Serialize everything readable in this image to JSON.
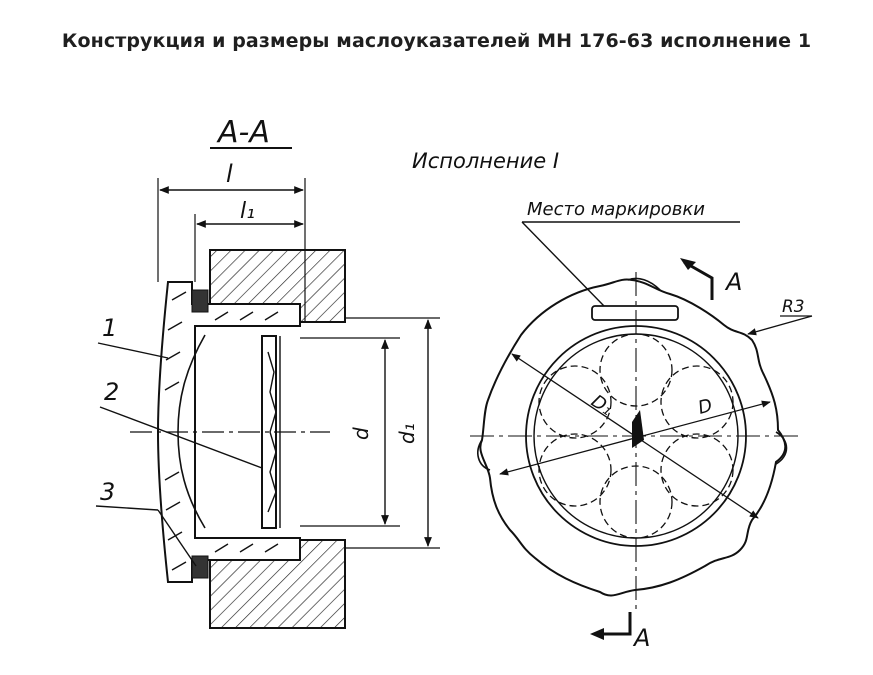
{
  "title": "Конструкция и размеры маслоуказателей МН 176-63 исполнение 1",
  "section_view": {
    "label": "А-А",
    "dims": {
      "l": "l",
      "l1": "l₁",
      "d": "d",
      "d1": "d₁"
    },
    "callouts": [
      "1",
      "2",
      "3"
    ]
  },
  "front_view": {
    "variant": "Исполнение I",
    "marking": "Место маркировки",
    "section_mark": "А",
    "radius": "R3",
    "dims": {
      "D1": "D₁",
      "D": "D"
    }
  }
}
